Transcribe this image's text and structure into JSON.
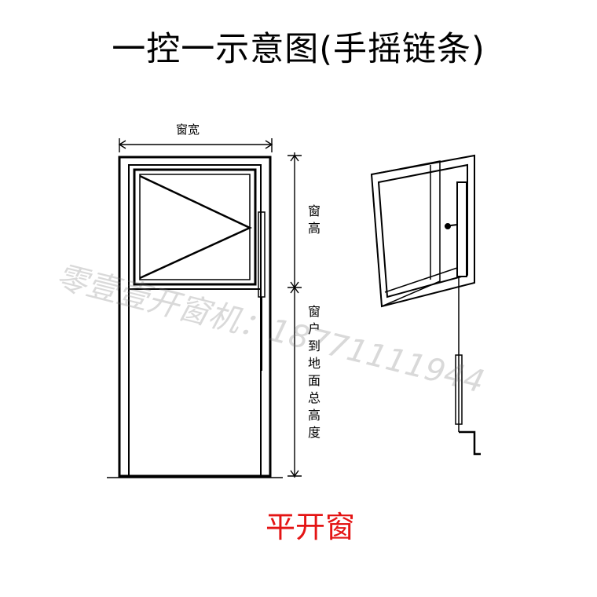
{
  "title": "一控一示意图(手摇链条)",
  "caption": "平开窗",
  "labels": {
    "window_width": "窗宽",
    "window_height": "窗高",
    "total_height": "窗户到地面总高度"
  },
  "watermark": "零壹壹开窗机：18771111944",
  "colors": {
    "caption": "#e41414",
    "line": "#000000"
  }
}
